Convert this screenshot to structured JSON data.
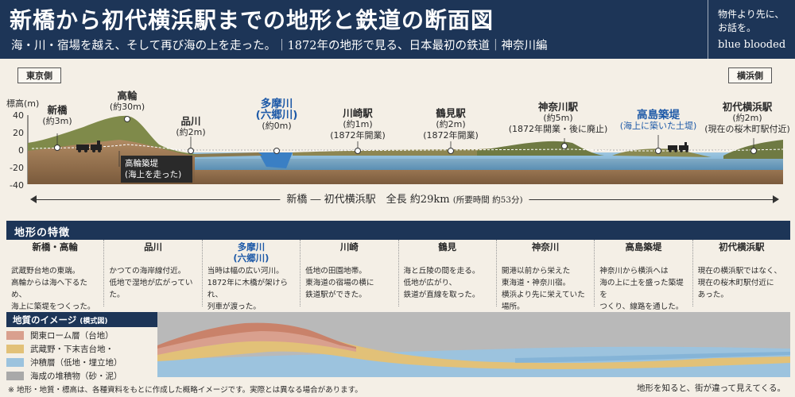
{
  "header": {
    "title": "新橋から初代横浜駅までの地形と鉄道の断面図",
    "subtitle": "海・川・宿場を越え、そして再び海の上を走った。｜1872年の地形で見る、日本最初の鉄道｜神奈川編",
    "brand_line1": "物件より先に、",
    "brand_line2": "お話を。",
    "brand_name": "blue blooded"
  },
  "profile": {
    "left_tag": "東京側",
    "right_tag": "横浜側",
    "axis_title": "標高(m)",
    "y_ticks": [
      "40",
      "20",
      "0",
      "-20",
      "-40"
    ],
    "locations": [
      {
        "name": "新橋",
        "sub": "(約3m)"
      },
      {
        "name": "高輪",
        "sub": "(約30m)"
      },
      {
        "name": "品川",
        "sub": "(約2m)"
      },
      {
        "name": "多摩川",
        "name2": "(六郷川)",
        "sub": "(約0m)"
      },
      {
        "name": "川崎駅",
        "sub": "(約1m)",
        "sub2": "(1872年開業)"
      },
      {
        "name": "鶴見駅",
        "sub": "(約2m)",
        "sub2": "(1872年開業)"
      },
      {
        "name": "神奈川駅",
        "sub": "(約5m)",
        "sub2": "(1872年開業・後に廃止)"
      },
      {
        "name": "高島築堤",
        "sub": "(海上に築いた土堤)"
      },
      {
        "name": "初代横浜駅",
        "sub": "(約2m)",
        "sub2": "(現在の桜木町駅付近)"
      }
    ],
    "callout": "高輪築堤\n(海上を走った)",
    "distance_main": "新橋 ― 初代横浜駅　全長 約29km",
    "distance_sub": "(所要時間 約53分)"
  },
  "features": {
    "heading": "地形の特徴",
    "items": [
      {
        "title": "新橋・高輪",
        "body": "武蔵野台地の東端。\n高輪からは海へ下るため、\n海上に築堤をつくった。"
      },
      {
        "title": "品川",
        "body": "かつての海岸線付近。\n低地で湿地が広がっていた。"
      },
      {
        "title": "多摩川",
        "title2": "(六郷川)",
        "body": "当時は幅の広い河川。\n1872年に木橋が架けられ、\n列車が渡った。"
      },
      {
        "title": "川崎",
        "body": "低地の田園地帯。\n東海道の宿場の横に\n鉄道駅ができた。"
      },
      {
        "title": "鶴見",
        "body": "海と丘陵の間を走る。\n低地が広がり、\n鉄道が直線を取った。"
      },
      {
        "title": "神奈川",
        "body": "開港以前から栄えた\n東海道・神奈川宿。\n横浜より先に栄えていた\n場所。"
      },
      {
        "title": "高島築堤",
        "body": "神奈川から横浜へは\n海の上に土を盛った築堤を\nつくり、線路を通した。\n(高島築堤)"
      },
      {
        "title": "初代横浜駅",
        "body": "現在の横浜駅ではなく、\n現在の桜木町駅付近に\nあった。"
      }
    ]
  },
  "geology": {
    "heading": "地質のイメージ",
    "heading_note": "(模式図)",
    "legend": [
      {
        "label": "関東ローム層（台地）",
        "color": "#d9a08e"
      },
      {
        "label": "武蔵野・下末吉台地・",
        "color": "#e2c178"
      },
      {
        "label": "沖積層（低地・埋立地）",
        "color": "#9cc3de"
      },
      {
        "label": "海成の堆積物（砂・泥）",
        "color": "#a9a9a9"
      }
    ]
  },
  "footnote": "※ 地形・地質・標高は、各種資料をもとに作成した概略イメージです。実際とは異なる場合があります。",
  "footnote_right": "地形を知ると、街が違って見えてくる。"
}
